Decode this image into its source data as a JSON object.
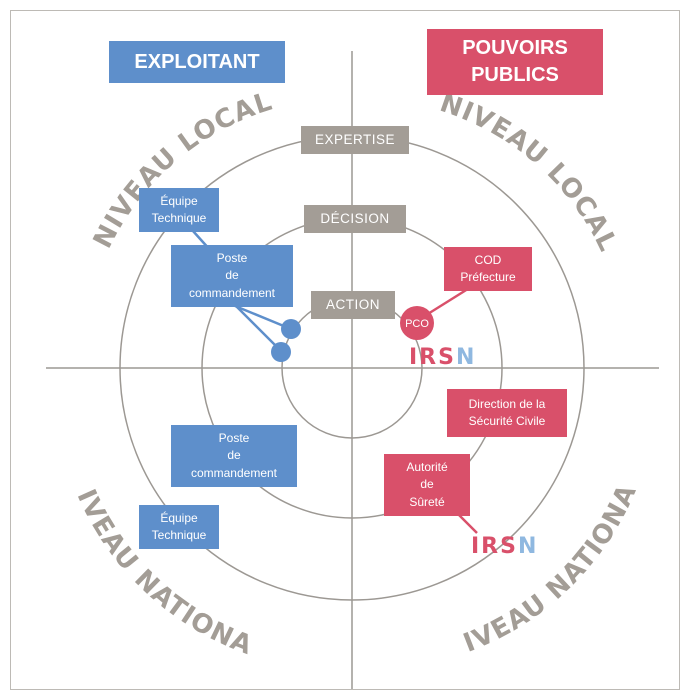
{
  "headers": {
    "exploitant": "EXPLOITANT",
    "pouvoirs_publics": "POUVOIRS\nPUBLICS"
  },
  "levels": {
    "expertise": "EXPERTISE",
    "decision": "DÉCISION",
    "action": "ACTION"
  },
  "zones": {
    "niveau_local": "NIVEAU LOCAL",
    "niveau_national": "NIVEAU NATIONAL"
  },
  "blue_boxes": {
    "equipe_technique_top": "Équipe\nTechnique",
    "poste_commandement_top": "Poste\nde\ncommandement",
    "poste_commandement_bottom": "Poste\nde\ncommandement",
    "equipe_technique_bottom": "Équipe\nTechnique"
  },
  "red_boxes": {
    "cod_prefecture": "COD\nPréfecture",
    "pco": "PCO",
    "direction_securite_civile": "Direction de la\nSécurité Civile",
    "autorite_surete": "Autorité\nde\nSûreté"
  },
  "irsn": {
    "prefix": "IRS",
    "last": "N"
  },
  "colors": {
    "blue": "#5e8fcb",
    "red": "#d9506a",
    "grey": "#a39d96",
    "line": "#9c9893",
    "irsn_accent": "#8fb8e0"
  }
}
